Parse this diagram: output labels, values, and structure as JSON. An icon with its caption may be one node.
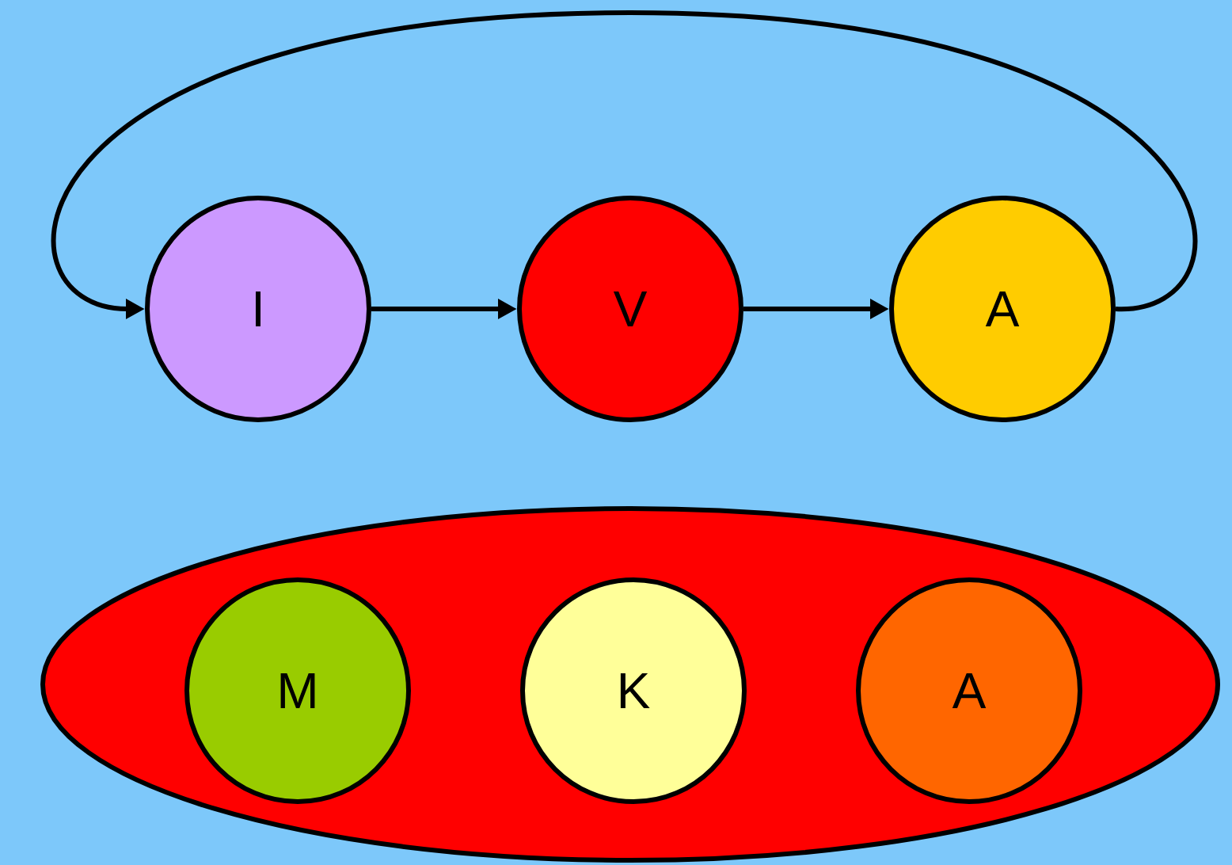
{
  "diagram": {
    "nodes": [
      {
        "text": [
          "I"
        ]
      },
      {
        "text": [
          "V"
        ]
      },
      {
        "text": [
          "A"
        ]
      },
      {
        "text": [],
        "shape": "ellipse"
      },
      {
        "text": [
          "M"
        ],
        "in": 3
      },
      {
        "text": [
          "K"
        ],
        "in": 3
      },
      {
        "text": [
          "A"
        ],
        "in": 3
      }
    ],
    "edges": [
      {
        "from": 0,
        "to": 1,
        "arrow": "to"
      },
      {
        "from": 1,
        "to": 2,
        "arrow": "to"
      },
      {
        "from": 2,
        "to": 0,
        "arrow": "to"
      }
    ]
  }
}
